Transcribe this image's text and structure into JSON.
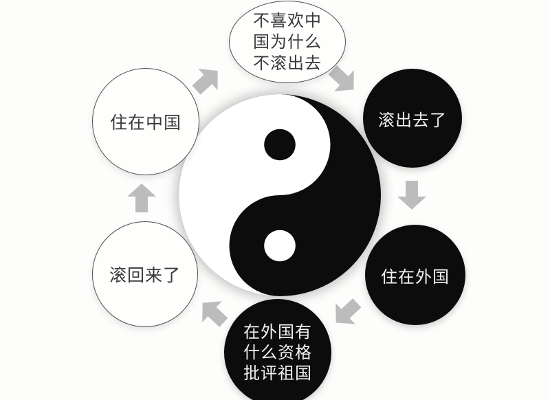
{
  "diagram": {
    "type": "cycle",
    "center_symbol": "yin-yang-taijitu",
    "colors": {
      "background": "#fdfdfc",
      "black_node": "#0c0c0c",
      "white_node": "#fefefd",
      "outline": "#4f4f4f",
      "text_dark": "#3a3a3a",
      "text_light": "#f2f2f2",
      "arrow": "#bcbcbc"
    },
    "nodes": [
      {
        "id": "top",
        "style": "white",
        "lines": [
          "不喜欢中",
          "国为什么",
          "不滚出去"
        ]
      },
      {
        "id": "top-right",
        "style": "black",
        "lines": [
          "滚出去了"
        ]
      },
      {
        "id": "right",
        "style": "black",
        "lines": [
          "住在外国"
        ]
      },
      {
        "id": "bottom",
        "style": "black",
        "lines": [
          "在外国有",
          "什么资格",
          "批评祖国"
        ]
      },
      {
        "id": "bottom-left",
        "style": "white",
        "lines": [
          "滚回来了"
        ]
      },
      {
        "id": "left",
        "style": "white",
        "lines": [
          "住在中国"
        ]
      }
    ],
    "arrows": [
      {
        "from": "left",
        "to": "top",
        "direction": "up-right"
      },
      {
        "from": "top",
        "to": "top-right",
        "direction": "down-right"
      },
      {
        "from": "top-right",
        "to": "right",
        "direction": "down"
      },
      {
        "from": "right",
        "to": "bottom",
        "direction": "down-left"
      },
      {
        "from": "bottom",
        "to": "bottom-left",
        "direction": "up-left"
      },
      {
        "from": "bottom-left",
        "to": "left",
        "direction": "up"
      }
    ]
  }
}
